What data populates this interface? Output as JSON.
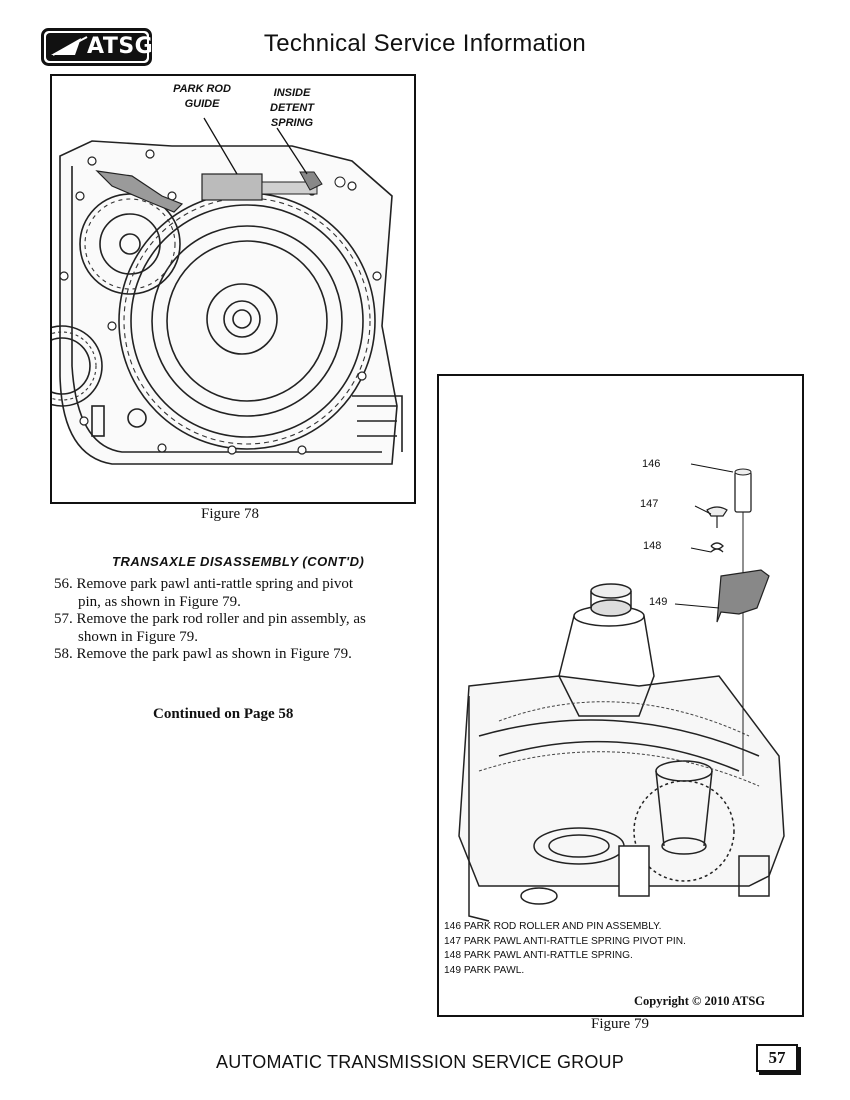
{
  "header": {
    "logo_text": "ATSG",
    "title": "Technical Service Information"
  },
  "figure78": {
    "caption": "Figure 78",
    "labels": {
      "park_rod_guide": [
        "PARK ROD",
        "GUIDE"
      ],
      "inside_detent_spring": [
        "INSIDE",
        "DETENT",
        "SPRING"
      ]
    }
  },
  "section": {
    "heading": "TRANSAXLE DISASSEMBLY (CONT'D)",
    "steps": [
      {
        "line1": "56. Remove park pawl anti-rattle spring and pivot",
        "line2": "pin, as shown in Figure 79."
      },
      {
        "line1": "57. Remove the park rod roller and pin assembly, as",
        "line2": "shown in Figure 79."
      },
      {
        "line1": "58. Remove the park pawl as shown in Figure 79.",
        "line2": ""
      }
    ],
    "continued": "Continued on Page 58"
  },
  "figure79": {
    "caption": "Figure 79",
    "callouts": [
      "146",
      "147",
      "148",
      "149"
    ],
    "legend": [
      "146  PARK ROD ROLLER AND PIN ASSEMBLY.",
      "147  PARK PAWL ANTI-RATTLE SPRING PIVOT PIN.",
      "148  PARK PAWL ANTI-RATTLE SPRING.",
      "149  PARK PAWL."
    ],
    "copyright": "Copyright © 2010 ATSG"
  },
  "footer": {
    "text": "AUTOMATIC TRANSMISSION SERVICE GROUP",
    "page_number": "57"
  }
}
